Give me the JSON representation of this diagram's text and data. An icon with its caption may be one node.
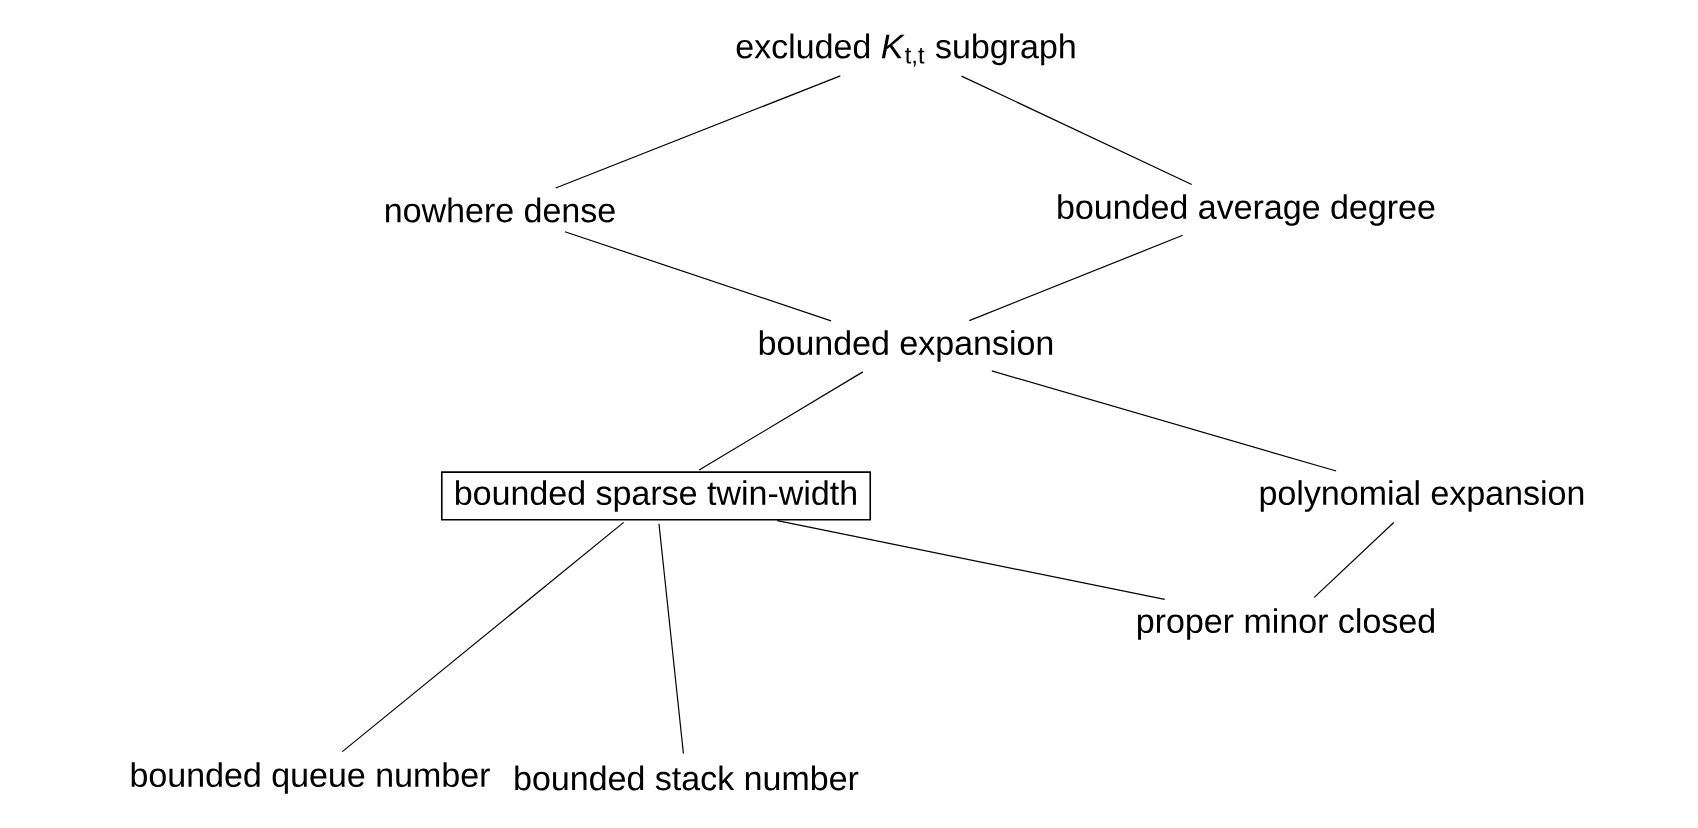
{
  "diagram": {
    "nodes": [
      {
        "text": [
          "excluded *K*$_{t,t}$ subgraph"
        ]
      },
      {
        "text": [
          "nowhere dense"
        ]
      },
      {
        "text": [
          "bounded average degree"
        ]
      },
      {
        "text": [
          "bounded expansion"
        ]
      },
      {
        "text": [
          "bounded sparse twin-width"
        ]
      },
      {
        "text": [
          "polynomial expansion"
        ]
      },
      {
        "text": [
          "proper minor closed"
        ]
      },
      {
        "text": [
          "bounded queue number"
        ]
      },
      {
        "text": [
          "bounded stack number"
        ]
      }
    ],
    "edges": [
      {
        "from": 0,
        "to": 1,
        "arrow": "none"
      },
      {
        "from": 0,
        "to": 2,
        "arrow": "none"
      },
      {
        "from": 1,
        "to": 3,
        "arrow": "none"
      },
      {
        "from": 2,
        "to": 3,
        "arrow": "none"
      },
      {
        "from": 3,
        "to": 4,
        "arrow": "none"
      },
      {
        "from": 3,
        "to": 5,
        "arrow": "none"
      },
      {
        "from": 5,
        "to": 6,
        "arrow": "none"
      },
      {
        "from": 4,
        "to": 6,
        "arrow": "none"
      },
      {
        "from": 4,
        "to": 7,
        "arrow": "none"
      },
      {
        "from": 4,
        "to": 8,
        "arrow": "none"
      }
    ]
  }
}
